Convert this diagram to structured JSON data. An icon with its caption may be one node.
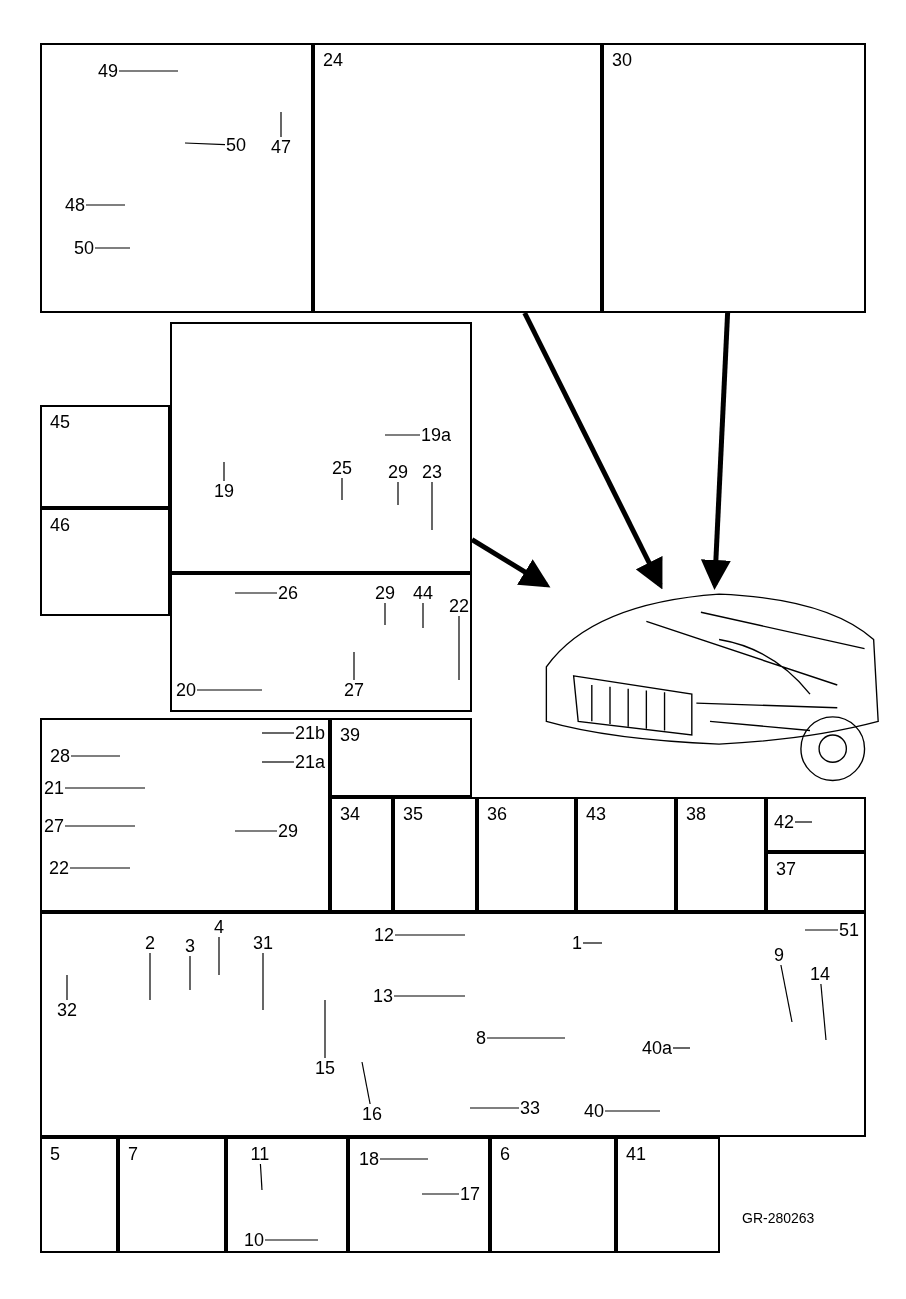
{
  "diagram": {
    "nodes": [
      {
        "text": [],
        "shape": "box"
      },
      {
        "text": [
          "49"
        ],
        "in": 0
      },
      {
        "text": [
          "47"
        ],
        "in": 0
      },
      {
        "text": [
          "50"
        ],
        "in": 0
      },
      {
        "text": [
          "48"
        ],
        "in": 0
      },
      {
        "text": [
          "50"
        ],
        "in": 0
      },
      {
        "text": [
          "24"
        ]
      },
      {
        "text": [
          "30"
        ]
      },
      {
        "text": [],
        "shape": "box"
      },
      {
        "text": [
          "19a"
        ],
        "in": 8
      },
      {
        "text": [
          "25"
        ],
        "in": 8
      },
      {
        "text": [
          "29"
        ],
        "in": 8
      },
      {
        "text": [
          "23"
        ],
        "in": 8
      },
      {
        "text": [
          "19"
        ],
        "in": 8
      },
      {
        "text": [
          "45"
        ]
      },
      {
        "text": [
          "46"
        ]
      },
      {
        "text": [],
        "shape": "box"
      },
      {
        "text": [
          "26"
        ],
        "in": 16
      },
      {
        "text": [
          "29"
        ],
        "in": 16
      },
      {
        "text": [
          "44"
        ],
        "in": 16
      },
      {
        "text": [
          "22"
        ],
        "in": 16
      },
      {
        "text": [
          "20"
        ],
        "in": 16
      },
      {
        "text": [
          "27"
        ],
        "in": 16
      },
      {
        "text": [],
        "shape": "box"
      },
      {
        "text": [
          "21b"
        ],
        "in": 23
      },
      {
        "text": [
          "28"
        ],
        "in": 23
      },
      {
        "text": [
          "21a"
        ],
        "in": 23
      },
      {
        "text": [
          "21"
        ],
        "in": 23
      },
      {
        "text": [
          "27"
        ],
        "in": 23
      },
      {
        "text": [
          "29"
        ],
        "in": 23
      },
      {
        "text": [
          "22"
        ],
        "in": 23
      },
      {
        "text": [
          "39"
        ]
      },
      {
        "text": [
          "34"
        ]
      },
      {
        "text": [
          "35"
        ]
      },
      {
        "text": [
          "36"
        ]
      },
      {
        "text": [
          "43"
        ]
      },
      {
        "text": [
          "38"
        ]
      },
      {
        "text": [],
        "shape": "box"
      },
      {
        "text": [
          "42"
        ],
        "in": 37
      },
      {
        "text": [
          "37"
        ]
      },
      {
        "text": [],
        "shape": "box"
      },
      {
        "text": [
          "12"
        ],
        "in": 40
      },
      {
        "text": [
          "1"
        ],
        "in": 40
      },
      {
        "text": [
          "51"
        ],
        "in": 40
      },
      {
        "text": [
          "4"
        ],
        "in": 40
      },
      {
        "text": [
          "2"
        ],
        "in": 40
      },
      {
        "text": [
          "3"
        ],
        "in": 40
      },
      {
        "text": [
          "31"
        ],
        "in": 40
      },
      {
        "text": [
          "32"
        ],
        "in": 40
      },
      {
        "text": [
          "9"
        ],
        "in": 40
      },
      {
        "text": [
          "14"
        ],
        "in": 40
      },
      {
        "text": [
          "13"
        ],
        "in": 40
      },
      {
        "text": [
          "8"
        ],
        "in": 40
      },
      {
        "text": [
          "15"
        ],
        "in": 40
      },
      {
        "text": [
          "40a"
        ],
        "in": 40
      },
      {
        "text": [
          "16"
        ],
        "in": 40
      },
      {
        "text": [
          "33"
        ],
        "in": 40
      },
      {
        "text": [
          "40"
        ],
        "in": 40
      },
      {
        "text": [
          "5"
        ]
      },
      {
        "text": [
          "7"
        ]
      },
      {
        "text": [],
        "shape": "box"
      },
      {
        "text": [
          "11"
        ],
        "in": 60
      },
      {
        "text": [
          "10"
        ],
        "in": 60
      },
      {
        "text": [],
        "shape": "box"
      },
      {
        "text": [
          "18"
        ],
        "in": 63
      },
      {
        "text": [
          "17"
        ],
        "in": 63
      },
      {
        "text": [
          "6"
        ]
      },
      {
        "text": [
          "41"
        ]
      },
      {
        "text": [],
        "shape": "picture"
      }
    ],
    "edges": [
      {
        "from": 1,
        "to": null,
        "arrow": "none"
      },
      {
        "from": 2,
        "to": null,
        "arrow": "none"
      },
      {
        "from": 3,
        "to": null,
        "arrow": "none"
      },
      {
        "from": 4,
        "to": null,
        "arrow": "none"
      },
      {
        "from": 5,
        "to": null,
        "arrow": "none"
      },
      {
        "from": 6,
        "to": 68,
        "arrow": "to",
        "style": "thick"
      },
      {
        "from": 7,
        "to": 68,
        "arrow": "to",
        "style": "thick"
      },
      {
        "from": 8,
        "to": 68,
        "arrow": "to",
        "style": "thick"
      },
      {
        "from": 9,
        "to": null,
        "arrow": "none"
      },
      {
        "from": 10,
        "to": null,
        "arrow": "none"
      },
      {
        "from": 11,
        "to": null,
        "arrow": "none"
      },
      {
        "from": 12,
        "to": null,
        "arrow": "none"
      },
      {
        "from": 13,
        "to": null,
        "arrow": "none"
      },
      {
        "from": 17,
        "to": null,
        "arrow": "none"
      },
      {
        "from": 18,
        "to": null,
        "arrow": "none"
      },
      {
        "from": 19,
        "to": null,
        "arrow": "none"
      },
      {
        "from": 20,
        "to": null,
        "arrow": "none"
      },
      {
        "from": 21,
        "to": null,
        "arrow": "none"
      },
      {
        "from": 22,
        "to": null,
        "arrow": "none"
      },
      {
        "from": 24,
        "to": null,
        "arrow": "none"
      },
      {
        "from": 25,
        "to": null,
        "arrow": "none"
      },
      {
        "from": 26,
        "to": null,
        "arrow": "none"
      },
      {
        "from": 27,
        "to": null,
        "arrow": "none"
      },
      {
        "from": 28,
        "to": null,
        "arrow": "none"
      },
      {
        "from": 29,
        "to": null,
        "arrow": "none"
      },
      {
        "from": 30,
        "to": null,
        "arrow": "none"
      },
      {
        "from": 38,
        "to": null,
        "arrow": "none"
      },
      {
        "from": 41,
        "to": null,
        "arrow": "none"
      },
      {
        "from": 42,
        "to": null,
        "arrow": "none"
      },
      {
        "from": 43,
        "to": null,
        "arrow": "none"
      },
      {
        "from": 44,
        "to": null,
        "arrow": "none"
      },
      {
        "from": 45,
        "to": null,
        "arrow": "none"
      },
      {
        "from": 46,
        "to": null,
        "arrow": "none"
      },
      {
        "from": 47,
        "to": null,
        "arrow": "none"
      },
      {
        "from": 48,
        "to": null,
        "arrow": "none"
      },
      {
        "from": 49,
        "to": null,
        "arrow": "none"
      },
      {
        "from": 50,
        "to": null,
        "arrow": "none"
      },
      {
        "from": 51,
        "to": null,
        "arrow": "none"
      },
      {
        "from": 52,
        "to": null,
        "arrow": "none"
      },
      {
        "from": 53,
        "to": null,
        "arrow": "none"
      },
      {
        "from": 54,
        "to": null,
        "arrow": "none"
      },
      {
        "from": 55,
        "to": null,
        "arrow": "none"
      },
      {
        "from": 56,
        "to": null,
        "arrow": "none"
      },
      {
        "from": 57,
        "to": null,
        "arrow": "none"
      },
      {
        "from": 61,
        "to": null,
        "arrow": "none"
      },
      {
        "from": 62,
        "to": null,
        "arrow": "none"
      },
      {
        "from": 64,
        "to": null,
        "arrow": "none"
      },
      {
        "from": 65,
        "to": null,
        "arrow": "none"
      }
    ],
    "labels": [
      "GR-280263"
    ]
  }
}
